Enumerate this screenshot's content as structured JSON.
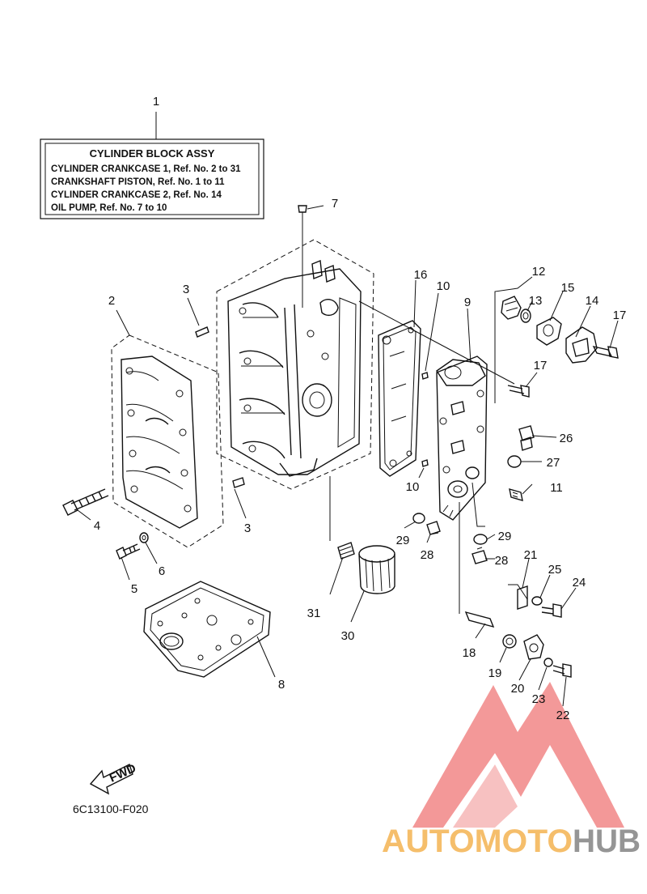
{
  "info_box": {
    "title": "CYLINDER BLOCK ASSY",
    "lines": [
      "CYLINDER CRANKCASE 1,  Ref. No. 2 to 31",
      "CRANKSHAFT PISTON,  Ref. No. 1 to 11",
      "CYLINDER CRANKCASE 2,  Ref. No. 14",
      "OIL PUMP,  Ref. No. 7 to 10"
    ]
  },
  "callouts": {
    "c1": "1",
    "c2": "2",
    "c3a": "3",
    "c3b": "3",
    "c4": "4",
    "c5": "5",
    "c6": "6",
    "c7": "7",
    "c8": "8",
    "c9": "9",
    "c10a": "10",
    "c10b": "10",
    "c11": "11",
    "c12": "12",
    "c13": "13",
    "c14": "14",
    "c15": "15",
    "c16": "16",
    "c17a": "17",
    "c17b": "17",
    "c18": "18",
    "c19": "19",
    "c20": "20",
    "c21": "21",
    "c22": "22",
    "c23": "23",
    "c24": "24",
    "c25": "25",
    "c26": "26",
    "c27": "27",
    "c28a": "28",
    "c28b": "28",
    "c29a": "29",
    "c29b": "29",
    "c30": "30",
    "c31": "31"
  },
  "fwd_label": "FWD",
  "diagram_code": "6C13100-F020",
  "watermark": {
    "part1": "AUTOMOTO",
    "part2": "HUB",
    "color_primary": "#f07c7c",
    "color_secondary": "#8a8a8a",
    "color_accent": "#f5b75c"
  }
}
